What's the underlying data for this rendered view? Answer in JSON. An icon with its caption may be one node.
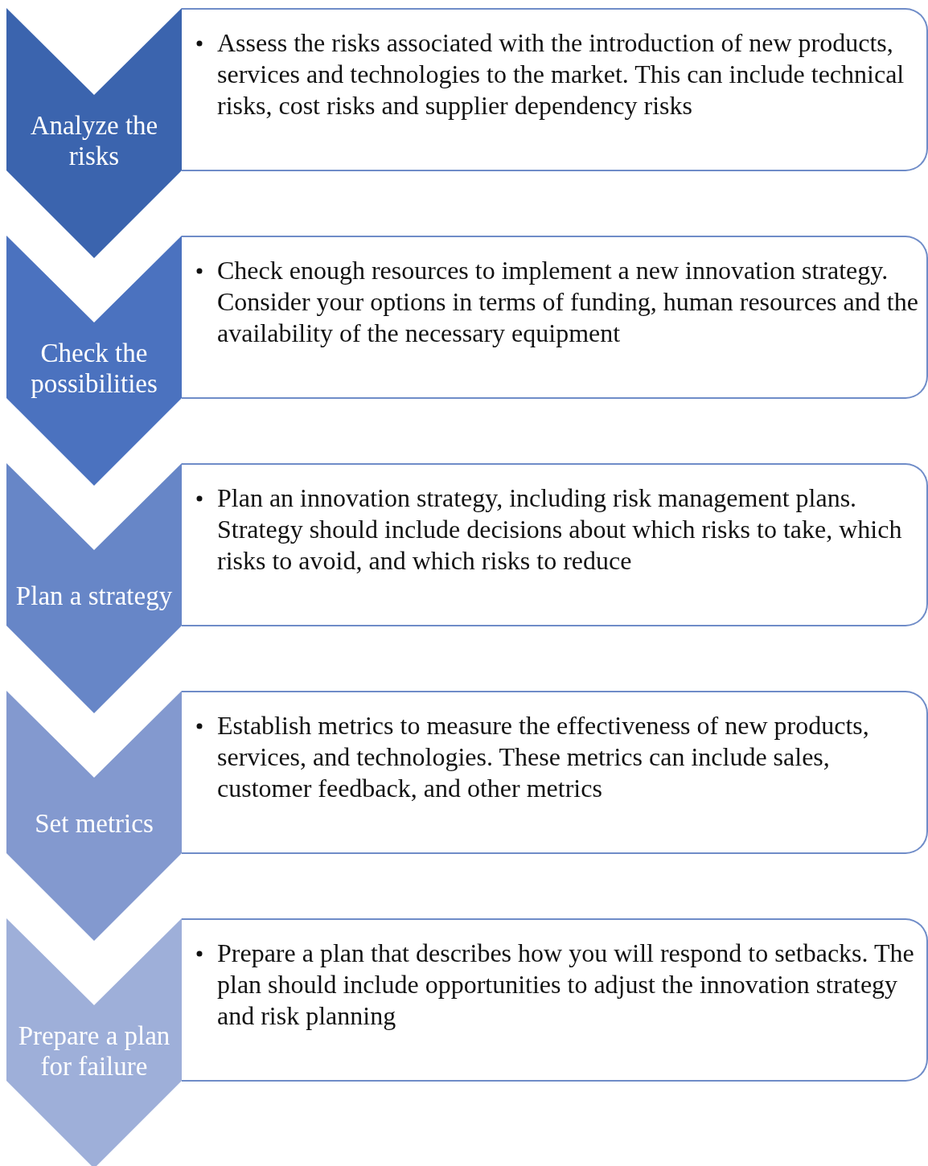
{
  "diagram": {
    "nodes": [
      {
        "text": [
          "Analyze the risks"
        ]
      },
      {
        "text": [
          "Assess the risks associated with the introduction of new products, services and technologies to the market. This can include technical risks, cost risks and supplier dependency risks"
        ]
      },
      {
        "text": [
          "Check the possibilities"
        ]
      },
      {
        "text": [
          "Check enough resources to implement a new innovation strategy. Consider your options in terms of funding, human resources and the availability of the necessary equipment"
        ]
      },
      {
        "text": [
          "Plan a strategy"
        ]
      },
      {
        "text": [
          "Plan an innovation strategy, including risk management plans. Strategy should include decisions about which risks to take, which risks to avoid, and which risks to reduce"
        ]
      },
      {
        "text": [
          "Set metrics"
        ]
      },
      {
        "text": [
          "Establish metrics to measure the effectiveness of new products, services, and technologies. These metrics can include sales, customer feedback, and other metrics"
        ]
      },
      {
        "text": [
          "Prepare a plan for failure"
        ]
      },
      {
        "text": [
          "Prepare a plan that describes how you will respond to setbacks. The plan should include opportunities to adjust the innovation strategy and risk planning"
        ]
      }
    ]
  }
}
